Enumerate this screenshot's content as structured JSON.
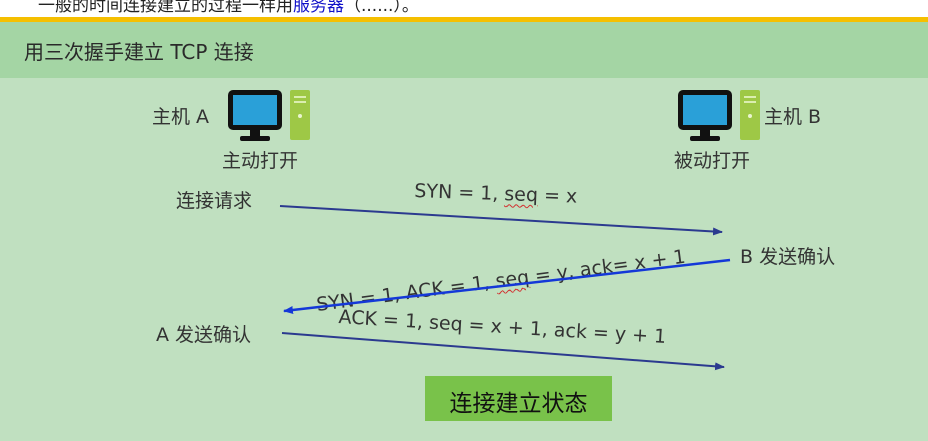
{
  "top_text": {
    "before": "一般的时间连接建立的过程一样用",
    "highlight": "服务器",
    "after": "（......）。"
  },
  "slide": {
    "title": "用三次握手建立 TCP 连接",
    "host_a": {
      "name": "主机 A",
      "state": "主动打开"
    },
    "host_b": {
      "name": "主机 B",
      "state": "被动打开"
    },
    "steps": [
      {
        "left_label": "连接请求",
        "right_label": "",
        "message": {
          "prefix": "SYN = 1, ",
          "flagged": "seq",
          "suffix": " = x"
        },
        "direction": "A→B"
      },
      {
        "left_label": "",
        "right_label": "B 发送确认",
        "message": {
          "prefix": "SYN = 1, ACK = 1, ",
          "flagged": "seq",
          "suffix": " = y, ack= x + 1"
        },
        "direction": "B→A"
      },
      {
        "left_label": "A 发送确认",
        "right_label": "",
        "message": {
          "prefix": "ACK = 1, seq = x + 1, ack = y + 1",
          "flagged": "",
          "suffix": ""
        },
        "direction": "A→B"
      }
    ],
    "status": "连接建立状态",
    "colors": {
      "arrow_ab": "#2b3a8f",
      "arrow_ba": "#1438d8",
      "status_bg": "#79c24a",
      "title_bg": "#a4d5a4",
      "slide_bg": "#c0e0c0",
      "accent_bar": "#f5bf00"
    }
  }
}
